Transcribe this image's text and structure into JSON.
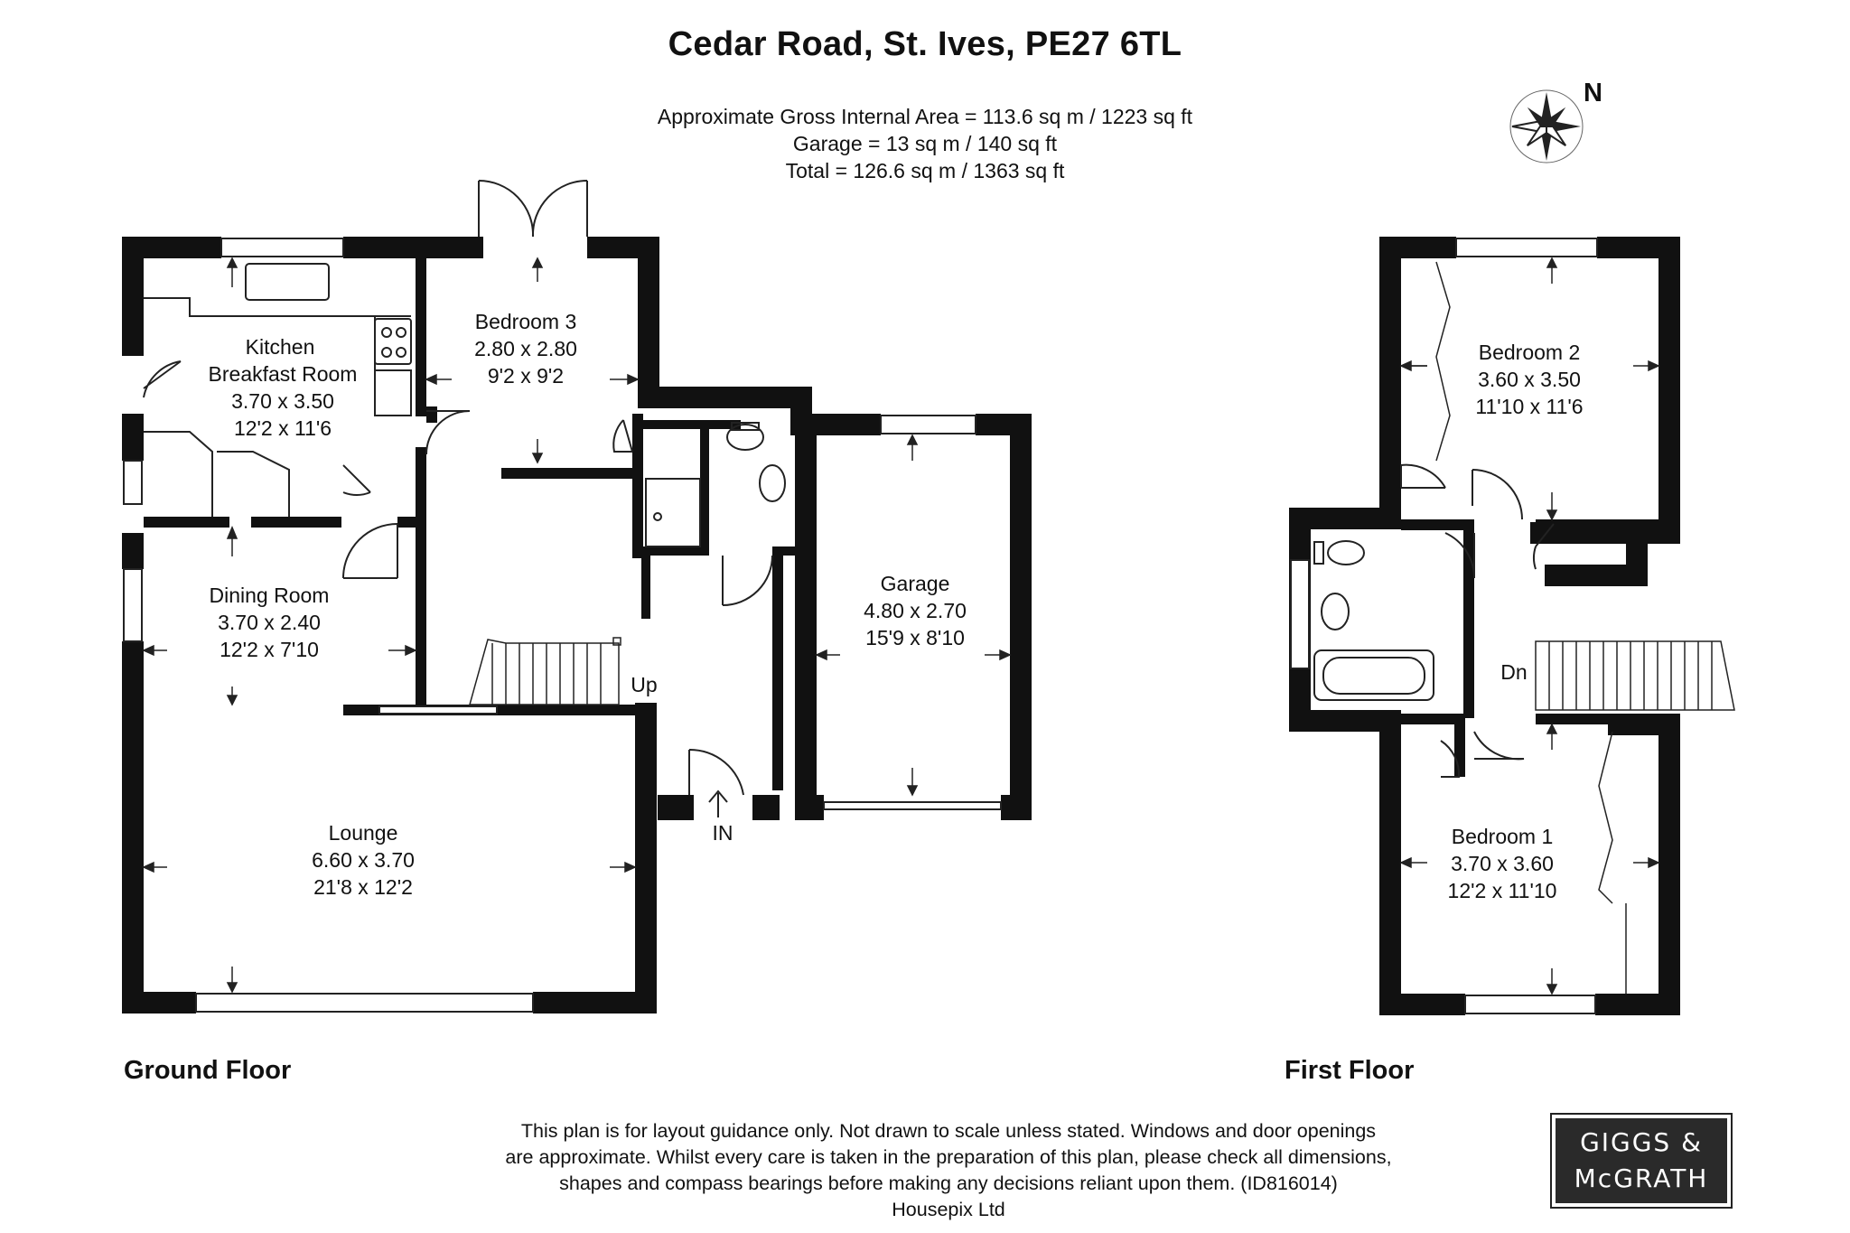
{
  "title": "Cedar Road, St. Ives, PE27 6TL",
  "areas": {
    "gross": "Approximate Gross Internal Area = 113.6 sq m / 1223 sq ft",
    "garage": "Garage = 13 sq m / 140 sq ft",
    "total": "Total = 126.6 sq m / 1363 sq ft"
  },
  "compass_label": "N",
  "ground_floor": {
    "label": "Ground Floor",
    "rooms": {
      "kitchen": {
        "name1": "Kitchen",
        "name2": "Breakfast Room",
        "metric": "3.70 x 3.50",
        "imperial": "12'2 x 11'6"
      },
      "bedroom3": {
        "name": "Bedroom 3",
        "metric": "2.80 x 2.80",
        "imperial": "9'2 x 9'2"
      },
      "dining": {
        "name": "Dining Room",
        "metric": "3.70 x 2.40",
        "imperial": "12'2 x 7'10"
      },
      "lounge": {
        "name": "Lounge",
        "metric": "6.60 x 3.70",
        "imperial": "21'8 x 12'2"
      },
      "garage": {
        "name": "Garage",
        "metric": "4.80 x 2.70",
        "imperial": "15'9 x 8'10"
      }
    },
    "stairs_label": "Up",
    "entrance_label": "IN"
  },
  "first_floor": {
    "label": "First Floor",
    "rooms": {
      "bedroom2": {
        "name": "Bedroom 2",
        "metric": "3.60 x 3.50",
        "imperial": "11'10 x 11'6"
      },
      "bedroom1": {
        "name": "Bedroom 1",
        "metric": "3.70 x 3.60",
        "imperial": "12'2 x 11'10"
      }
    },
    "stairs_label": "Dn"
  },
  "disclaimer": {
    "line1": "This plan is for layout guidance only. Not drawn to scale unless stated. Windows and door openings",
    "line2": "are approximate. Whilst every care is taken in the preparation of this plan, please check all dimensions,",
    "line3": "shapes and compass bearings before making any decisions reliant upon them. (ID816014)",
    "line4": "Housepix Ltd"
  },
  "logo": {
    "line1": "GIGGS &",
    "line2": "McGRATH"
  },
  "colors": {
    "wall": "#111111",
    "line": "#222222"
  }
}
